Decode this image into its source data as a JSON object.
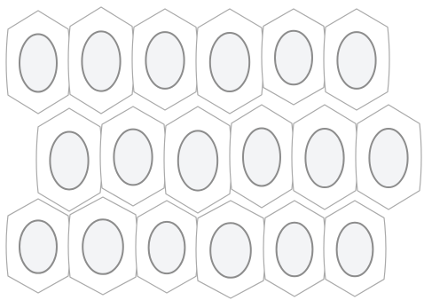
{
  "diagram": {
    "colors": {
      "background": "#ffffff",
      "cell_fill": "#ffffff",
      "cell_outline": "#a9a9a9",
      "nucleus_fill": "#f3f4f6",
      "nucleus_outline": "#8c8c8c"
    },
    "rows": [
      {
        "name": "top-row",
        "cell_count": 6
      },
      {
        "name": "middle-row",
        "cell_count": 6
      },
      {
        "name": "bottom-row",
        "cell_count": 6
      }
    ]
  }
}
